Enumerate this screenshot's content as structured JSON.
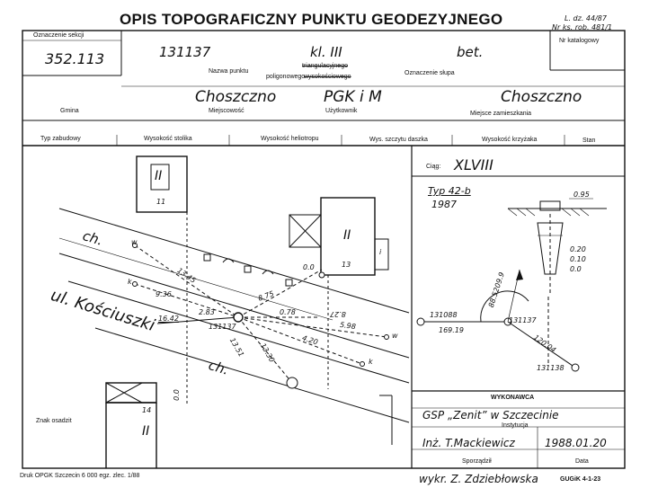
{
  "form": {
    "title": "OPIS TOPOGRAFICZNY PUNKTU GEODEZYJNEGO",
    "ref_top_1": "L. dz. 44/87",
    "ref_top_2": "Nr ks. rob. 481/1",
    "section_label": "Oznaczenie sekcji",
    "section_value": "352.113",
    "catalog_label": "Nr katalogowy",
    "point_number": "131137",
    "point_class": "kl. III",
    "pillar_mark": "bet.",
    "point_name_label": "Nazwa punktu",
    "point_type_1": "triangulacyjnego",
    "point_type_2": "poligonowego",
    "point_type_3": "wysokościowego",
    "pillar_label": "Oznaczenie słupa",
    "gmina_value": "Choszczno",
    "locality_value": "PGK i M",
    "user_value": "Choszczno",
    "gmina_label": "Gmina",
    "locality_label": "Miejscowość",
    "user_label": "Użytkownik",
    "residence_label": "Miejsce zamieszkania",
    "col_build_type": "Typ zabudowy",
    "col_table_height": "Wysokość stolika",
    "col_heliotrope_height": "Wysokość heliotropu",
    "col_board_height": "Wys. szczytu daszka",
    "col_cross_height": "Wysokość krzyżaka",
    "col_state": "Stan",
    "ciag_label": "Ciąg:",
    "ciag_value": "XLVIII",
    "type_value": "Typ 42-b",
    "year_value": "1987",
    "executor_label": "WYKONAWCA",
    "institution_value": "GSP „Zenit” w Szczecinie",
    "institution_label": "Instytucja",
    "author_value": "Inż. T.Mackiewicz",
    "date_value": "1988.01.20",
    "author_label": "Sporządził",
    "date_label": "Data",
    "drawer_value": "wykr. Z. Zdziebłowska",
    "footer_print": "Druk OPGK Szczecin 6 000 egz. zlec. 1/88",
    "footer_form": "GUGiK 4-1-23",
    "mark_label": "Znak osadzit"
  },
  "sketch": {
    "building_1_label": "II",
    "building_1_number": "11",
    "building_2_label": "II",
    "building_2_number": "13",
    "building_2_side": "i",
    "building_3_number": "14",
    "building_3_label": "II",
    "street_label": "ul. Kościuszki",
    "sidewalk_1": "ch.",
    "sidewalk_2": "ch.",
    "point_number": "131137",
    "d_1345": "13.45",
    "d_936": "9.36",
    "d_283": "2.83",
    "d_1642": "16.42",
    "d_875": "8.75",
    "d_078": "0.78",
    "d_827": "8.27",
    "d_598": "5.98",
    "d_420": "4.20",
    "d_1351": "13.51",
    "d_1330": "13.30",
    "d_00a": "0.0",
    "d_00b": "0.0",
    "mark_w1": "w",
    "mark_w2": "w",
    "mark_k1": "k",
    "mark_k2": "k"
  },
  "right_sketch": {
    "depth_095": "0.95",
    "depth_020": "0.20",
    "depth_010": "0.10",
    "depth_000": "0.0",
    "pt_left": "131088",
    "pt_center": "131137",
    "pt_right": "131138",
    "dist_1": "169.19",
    "dist_2": "120.04",
    "azimuth": "88.5209.9"
  }
}
